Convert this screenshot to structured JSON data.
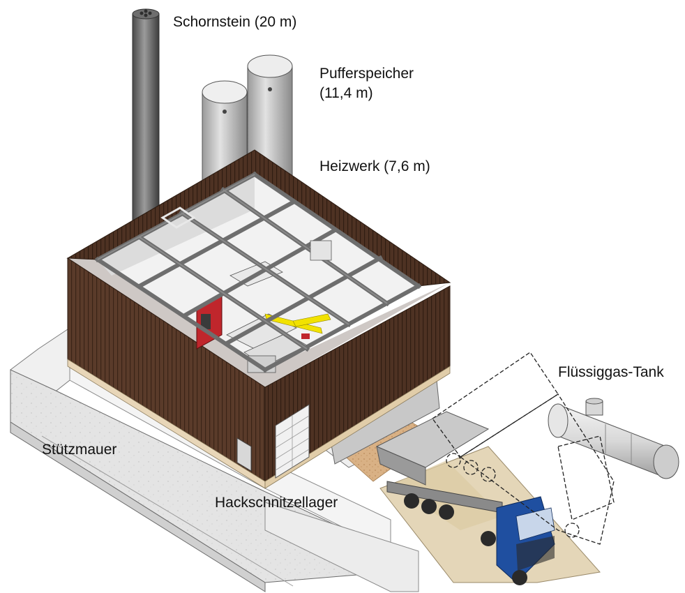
{
  "labels": {
    "chimney": "Schornstein (20 m)",
    "buffer_line1": "Pufferspeicher",
    "buffer_line2": "(11,4 m)",
    "heating_plant": "Heizwerk (7,6 m)",
    "gas_tank": "Flüssiggas-Tank",
    "retaining_wall": "Stützmauer",
    "chip_storage": "Hackschnitzellager"
  },
  "colors": {
    "wood_cladding": "#5a3b2a",
    "wood_dark": "#3d261a",
    "plinth": "#e8d6b8",
    "concrete": "#e6e6e6",
    "steel": "#9a9a9a",
    "truck_cab": "#1f4fa0",
    "boiler_red": "#c0262c",
    "chips": "#d4a878",
    "beam_yellow": "#f2e200"
  }
}
